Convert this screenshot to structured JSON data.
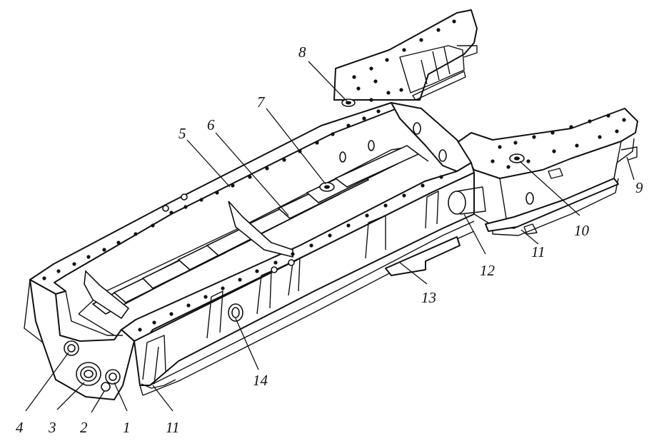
{
  "figure": {
    "callouts": [
      {
        "id": "c1",
        "text": "1"
      },
      {
        "id": "c2",
        "text": "2"
      },
      {
        "id": "c3",
        "text": "3"
      },
      {
        "id": "c4",
        "text": "4"
      },
      {
        "id": "c5",
        "text": "5"
      },
      {
        "id": "c6",
        "text": "6"
      },
      {
        "id": "c7",
        "text": "7"
      },
      {
        "id": "c8",
        "text": "8"
      },
      {
        "id": "c9",
        "text": "9"
      },
      {
        "id": "c10",
        "text": "10"
      },
      {
        "id": "c11a",
        "text": "11"
      },
      {
        "id": "c11b",
        "text": "11"
      },
      {
        "id": "c12",
        "text": "12"
      },
      {
        "id": "c13",
        "text": "13"
      },
      {
        "id": "c14",
        "text": "14"
      }
    ]
  }
}
